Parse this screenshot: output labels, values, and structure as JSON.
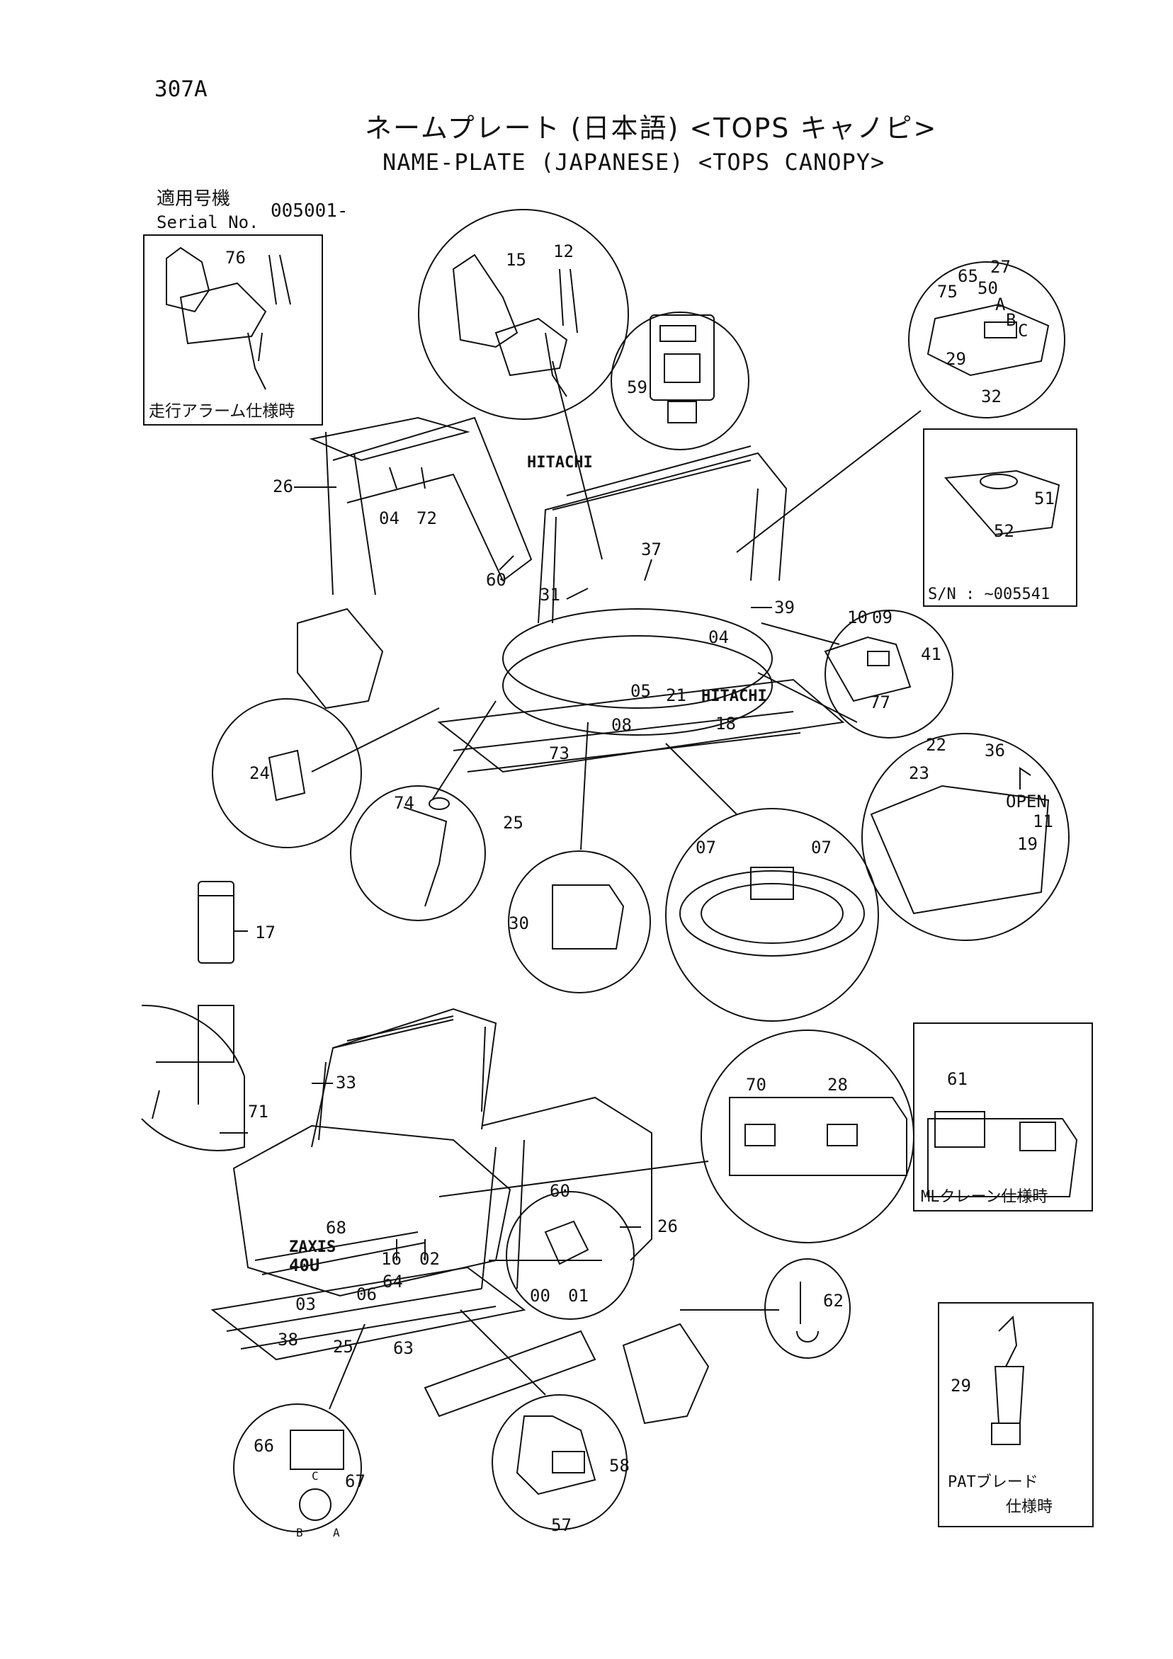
{
  "page_number": "307A",
  "title_jp": "ネームプレート (日本語) <TOPS キャノピ>",
  "title_en": "NAME-PLATE (JAPANESE) <TOPS CANOPY>",
  "serial": {
    "label_jp": "適用号機",
    "label_en": "Serial No.",
    "value": "005001-"
  },
  "captions": {
    "travel_alarm": "走行アラーム仕様時",
    "serial_limit": "S/N : ~005541",
    "open": "OPEN",
    "ml_crane": "MLクレーン仕様時",
    "pat_blade_1": "PATブレード",
    "pat_blade_2": "仕様時"
  },
  "brand": {
    "hitachi": "HITACHI",
    "model_1": "ZAXIS",
    "model_2": "40U"
  },
  "part_callouts": {
    "upper": [
      "76",
      "15",
      "12",
      "65",
      "27",
      "75",
      "50",
      "A",
      "B",
      "C",
      "29",
      "32",
      "59",
      "26",
      "04",
      "72",
      "60",
      "31",
      "37",
      "51",
      "52",
      "39",
      "10",
      "09",
      "41",
      "77",
      "04",
      "05",
      "21",
      "08",
      "18",
      "73",
      "24",
      "74",
      "25",
      "22",
      "36",
      "23",
      "11",
      "19",
      "07",
      "07",
      "30",
      "17"
    ],
    "lower": [
      "33",
      "71",
      "70",
      "28",
      "61",
      "60",
      "68",
      "16",
      "02",
      "26",
      "06",
      "64",
      "03",
      "38",
      "63",
      "25",
      "00",
      "01",
      "62",
      "29",
      "66",
      "67",
      "C",
      "B",
      "A",
      "58",
      "57"
    ]
  },
  "colors": {
    "ink": "#111111",
    "paper": "#ffffff"
  }
}
